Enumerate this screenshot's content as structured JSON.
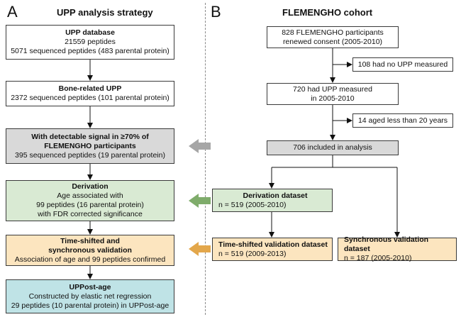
{
  "panel_a": {
    "letter": "A",
    "title": "UPP analysis strategy",
    "boxes": [
      {
        "lines": [
          "UPP database",
          "21559 peptides",
          "5071 sequenced peptides (483 parental protein)"
        ]
      },
      {
        "lines": [
          "Bone-related UPP",
          "2372 sequenced peptides (101 parental protein)"
        ]
      },
      {
        "lines": [
          "With detectable signal in ≥70% of",
          "FLEMENGHO participants",
          "395 sequenced peptides (19 parental protein)"
        ]
      },
      {
        "lines": [
          "Derivation",
          "Age associated with",
          "99 peptides (16 parental protein)",
          "with FDR corrected significance"
        ]
      },
      {
        "lines": [
          "Time-shifted and",
          "synchronous validation",
          "Association of age and 99 peptides confirmed"
        ]
      },
      {
        "lines": [
          "UPPost-age",
          "Constructed by elastic net regression",
          "29 peptides (10 parental protein) in UPPost-age"
        ]
      }
    ]
  },
  "panel_b": {
    "letter": "B",
    "title": "FLEMENGHO cohort",
    "participants": [
      "828 FLEMENGHO participants",
      "renewed consent (2005-2010)"
    ],
    "no_upp": "108 had no UPP measured",
    "had_upp": [
      "720 had UPP measured",
      "in 2005-2010"
    ],
    "aged": "14 aged less than 20 years",
    "included": "706 included in analysis",
    "derivation": [
      "Derivation dataset",
      "n = 519 (2005-2010)"
    ],
    "time_shifted": [
      "Time-shifted validation dataset",
      "n = 519 (2009-2013)"
    ],
    "synchronous": [
      "Synchronous validation dataset",
      "n = 187 (2005-2010)"
    ]
  },
  "colors": {
    "gray_box": "#d9d9d9",
    "green_box": "#d9ead3",
    "orange_box": "#fce5bf",
    "cyan_box": "#bfe3e6",
    "gray_arrow": "#a6a6a6",
    "green_arrow": "#7fac6b",
    "orange_arrow": "#e3a74b"
  }
}
